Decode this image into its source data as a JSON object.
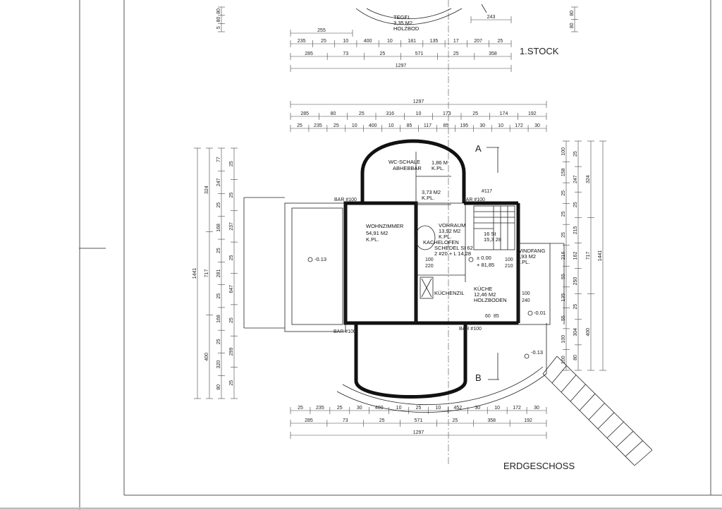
{
  "titles": {
    "upper": "1.STOCK",
    "lower": "ERDGESCHOSS"
  },
  "section_marks": {
    "a": "A",
    "b": "B"
  },
  "rooms": {
    "wc_schale": [
      "WC-SCHALE",
      "ABHEBBAR"
    ],
    "wohnzimmer": [
      "WOHNZIMMER",
      "54,91 M2",
      "K.PL."
    ],
    "vorraum": [
      "VORRAUM",
      "13,92 M2",
      "K.PL."
    ],
    "kachelofen": [
      "KACHELOFEN",
      "SCHEDEL SI 62",
      "2 #20 + L 14,28"
    ],
    "windfang": [
      "WINDFANG",
      "3,93 M2",
      "K.PL."
    ],
    "kueche": [
      "KÜCHE",
      "12,46 M2",
      "HOLZBODEN"
    ],
    "kuechenzil": [
      "KÜCHENZIL"
    ],
    "upper_room": [
      "TEGEL",
      "3,35 M2",
      "HOLZBOD"
    ],
    "wc_small": [
      "1,86 M",
      "K.PL."
    ],
    "ab_room": [
      "3,73 M2",
      "K.PL."
    ],
    "stair": [
      "16 St",
      "15,3 28"
    ]
  },
  "levels": {
    "terrace_west": "-0.13",
    "entry": "± 0.00",
    "entry_sub": "+ 81,85",
    "windfang_out": "-0.01",
    "terrace_south": "-0.13"
  },
  "small_labels": {
    "bar_nw": "BAR #100",
    "bar_ne": "BAR #100",
    "bar_sw": "BAR #100",
    "bar_se": "BAR #100",
    "stair_code": "#117",
    "dim_entry_1": "100",
    "dim_entry_2": "220",
    "dim_entry_3": "100",
    "dim_entry_4": "210",
    "dim_kue_1": "60",
    "dim_kue_2": "85",
    "dim_kue_3": "100",
    "dim_kue_4": "240"
  },
  "dims": {
    "top_upper_r1": [
      "255"
    ],
    "top_upper_r2": [
      "235",
      "25",
      "10",
      "400",
      "10",
      "181",
      "135",
      "17",
      "207",
      "25"
    ],
    "top_upper_r3": [
      "285",
      "73",
      "25",
      "571",
      "25",
      "358"
    ],
    "top_upper_r4": [
      "1297"
    ],
    "top_upper_right": [
      "243"
    ],
    "top_upper_frag": [
      "80",
      "80",
      "5"
    ],
    "top_upper_frag_r": [
      "80",
      "80"
    ],
    "top_lower_r0": [
      "1297"
    ],
    "top_lower_r1": [
      "285",
      "80",
      "25",
      "316",
      "10",
      "173",
      "25",
      "174",
      "192"
    ],
    "top_lower_r2": [
      "25",
      "235",
      "25",
      "10",
      "400",
      "10",
      "85",
      "117",
      "85",
      "195",
      "30",
      "10",
      "172",
      "30"
    ],
    "bottom_r1": [
      "25",
      "235",
      "25",
      "30",
      "400",
      "10",
      "25",
      "10",
      "452",
      "30",
      "10",
      "172",
      "30"
    ],
    "bottom_r2": [
      "285",
      "73",
      "25",
      "571",
      "25",
      "358",
      "192"
    ],
    "bottom_r3": [
      "1297"
    ],
    "left_outer": [
      "1441"
    ],
    "left_r1": [
      "324",
      "717",
      "400"
    ],
    "left_r2": [
      "77",
      "247",
      "25",
      "168",
      "25",
      "281",
      "25",
      "168",
      "25",
      "320",
      "80"
    ],
    "left_r3": [
      "25",
      "25",
      "237",
      "25",
      "647",
      "25",
      "299",
      "25"
    ],
    "right_outer": [
      "1441"
    ],
    "right_r1": [
      "324",
      "717",
      "400"
    ],
    "right_r2": [
      "25",
      "247",
      "25",
      "215",
      "162",
      "250",
      "25",
      "304",
      "80"
    ],
    "right_r3": [
      "100",
      "158",
      "25",
      "25",
      "25",
      "216",
      "55",
      "135",
      "55",
      "100",
      "100"
    ]
  }
}
